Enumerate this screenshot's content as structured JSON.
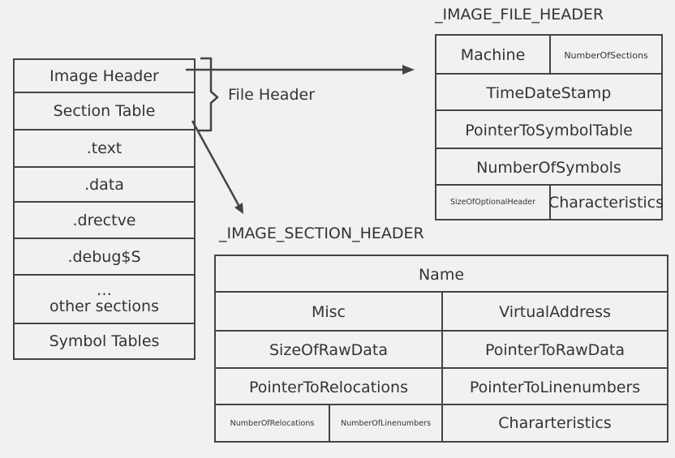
{
  "left_stack": {
    "rows": [
      "Image Header",
      "Section Table",
      ".text",
      ".data",
      ".drectve",
      ".debug$S",
      "…",
      "other sections",
      "Symbol Tables"
    ]
  },
  "brace_label": "File Header",
  "file_header": {
    "title": "_IMAGE_FILE_HEADER",
    "machine": "Machine",
    "number_of_sections": "NumberOfSections",
    "time_date_stamp": "TimeDateStamp",
    "pointer_to_symbol_table": "PointerToSymbolTable",
    "number_of_symbols": "NumberOfSymbols",
    "size_of_optional_header": "SizeOfOptionalHeader",
    "characteristics": "Characteristics"
  },
  "section_header": {
    "title": "_IMAGE_SECTION_HEADER",
    "name": "Name",
    "misc": "Misc",
    "virtual_address": "VirtualAddress",
    "size_of_raw_data": "SizeOfRawData",
    "pointer_to_raw_data": "PointerToRawData",
    "pointer_to_relocations": "PointerToRelocations",
    "pointer_to_linenumbers": "PointerToLinenumbers",
    "number_of_relocations": "NumberOfRelocations",
    "number_of_linenumbers": "NumberOfLinenumbers",
    "chararteristics": "Chararteristics"
  },
  "colors": {
    "background": "#f1f1ef",
    "line": "#444444",
    "text": "#333333"
  }
}
